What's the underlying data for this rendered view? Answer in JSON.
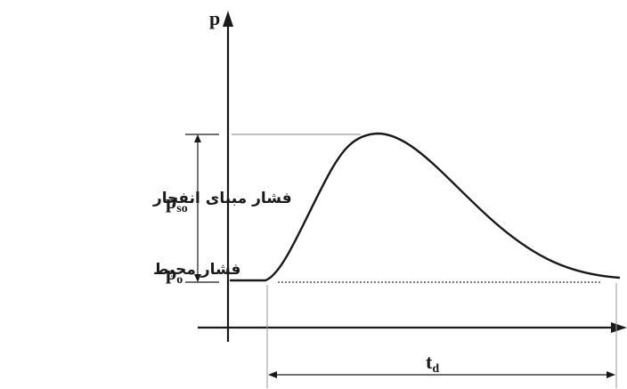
{
  "labels": {
    "y_axis": "p",
    "peak_symbol_main": "p",
    "peak_symbol_sub": "so",
    "ambient_symbol_main": "p",
    "ambient_symbol_sub": "o",
    "duration_main": "t",
    "duration_sub": "d",
    "peak_text": "فشار مبنای انفجار",
    "ambient_text": "فشار محیط"
  },
  "colors": {
    "ink": "#1a1a1a",
    "guide": "#9a9a9a"
  }
}
